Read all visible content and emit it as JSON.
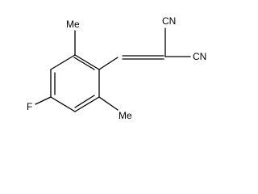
{
  "molecule": {
    "atoms": {
      "cn_top": "CN",
      "cn_right": "CN",
      "methyl_top": "Me",
      "methyl_bottom": "Me",
      "fluorine": "F"
    }
  },
  "colors": {
    "bond": "#000000",
    "label": "#000000",
    "background": "#ffffff"
  }
}
